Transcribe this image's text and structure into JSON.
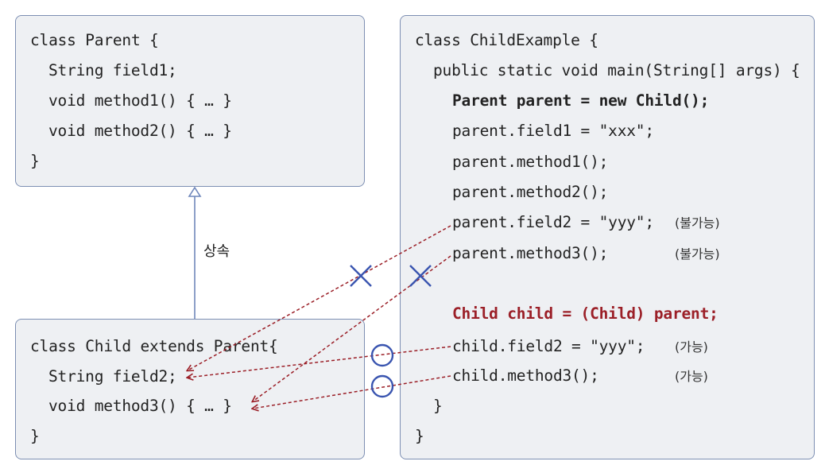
{
  "parent_class": {
    "lines": [
      "class Parent {",
      "String field1;",
      "void method1() { … }",
      "void method2() { … }",
      "}"
    ]
  },
  "child_class": {
    "lines": [
      "class Child extends Parent{",
      "String field2;",
      "void method3() { … }",
      "}"
    ]
  },
  "main_class": {
    "lines": [
      "class ChildExample {",
      "public static void main(String[] args) {",
      "Parent parent = new Child();",
      "parent.field1 = \"xxx\";",
      "parent.method1();",
      "parent.method2();",
      "parent.field2 = \"yyy\";",
      "parent.method3();",
      "Child child = (Child) parent;",
      "child.field2 = \"yyy\";",
      "child.method3();",
      "}",
      "}"
    ],
    "notes": {
      "not_possible_1": "(불가능)",
      "not_possible_2": "(불가능)",
      "possible_1": "(가능)",
      "possible_2": "(가능)"
    }
  },
  "inheritance_label": "상속",
  "colors": {
    "box_fill": "#eef0f3",
    "box_border": "#7d8fb3",
    "arrow_red": "#9b1f27",
    "mark_blue": "#3a55b0",
    "inherit_line": "#6f87bb"
  }
}
